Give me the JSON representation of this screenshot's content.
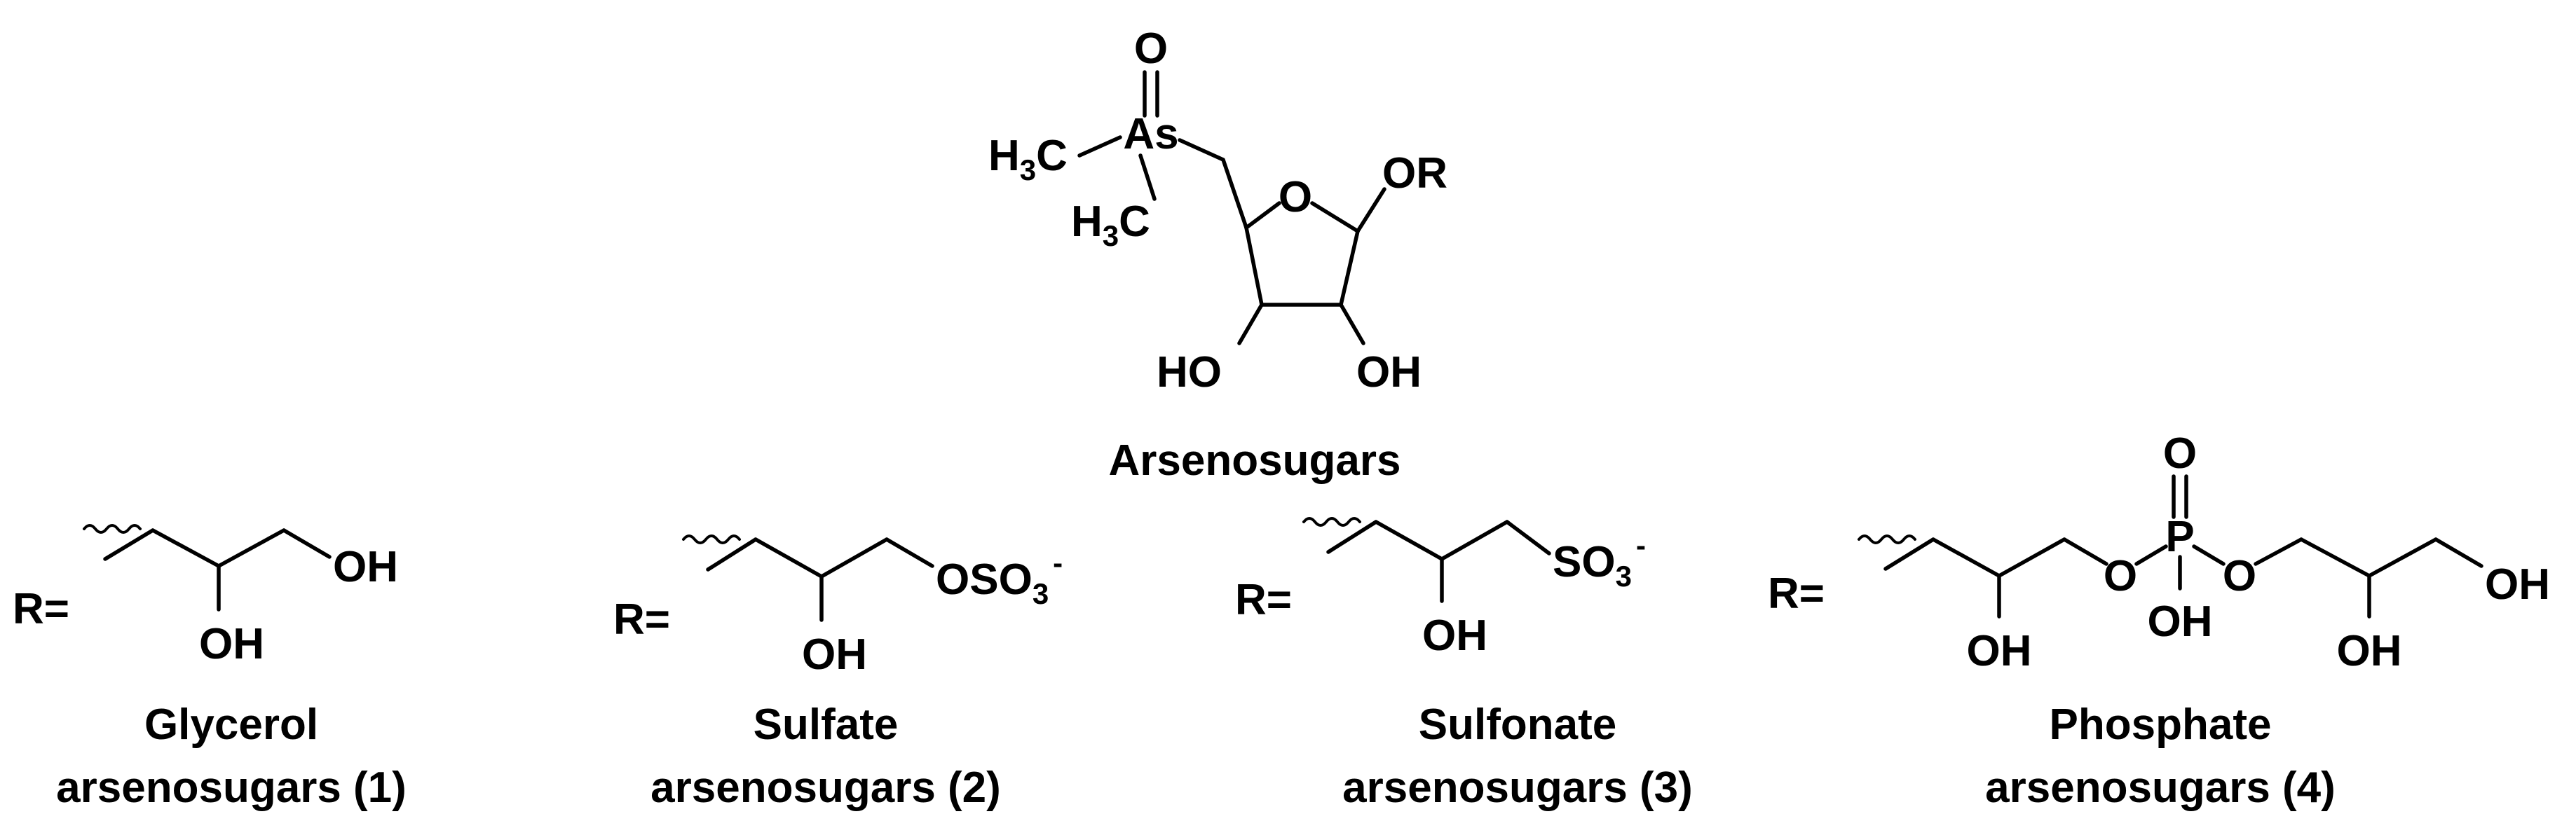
{
  "core": {
    "title": "Arsenosugars",
    "atoms": {
      "oxo": "O",
      "arsenic": "As",
      "methyl_top": {
        "h": "H",
        "n": "3",
        "c": "C"
      },
      "methyl_bottom": {
        "h": "H",
        "n": "3",
        "c": "C"
      },
      "ring_oxygen": "O",
      "or_group": "OR",
      "ho_left": "HO",
      "oh_right": "OH"
    }
  },
  "substituents": [
    {
      "prefix": "R=",
      "caption_line1": "Glycerol",
      "caption_line2": "arsenosugars (1)",
      "labels": {
        "oh_end": "OH",
        "oh_mid": "OH"
      }
    },
    {
      "prefix": "R=",
      "caption_line1": "Sulfate",
      "caption_line2": "arsenosugars (2)",
      "labels": {
        "group": "OSO",
        "sub": "3",
        "charge": "-",
        "oh_mid": "OH"
      }
    },
    {
      "prefix": "R=",
      "caption_line1": "Sulfonate",
      "caption_line2": "arsenosugars (3)",
      "labels": {
        "group": "SO",
        "sub": "3",
        "charge": "-",
        "oh_mid": "OH"
      }
    },
    {
      "prefix": "R=",
      "caption_line1": "Phosphate",
      "caption_line2": "arsenosugars (4)",
      "labels": {
        "o_top": "O",
        "p": "P",
        "o_left": "O",
        "o_right": "O",
        "p_oh": "OH",
        "oh_mid1": "OH",
        "oh_mid2": "OH",
        "oh_end": "OH"
      }
    }
  ]
}
